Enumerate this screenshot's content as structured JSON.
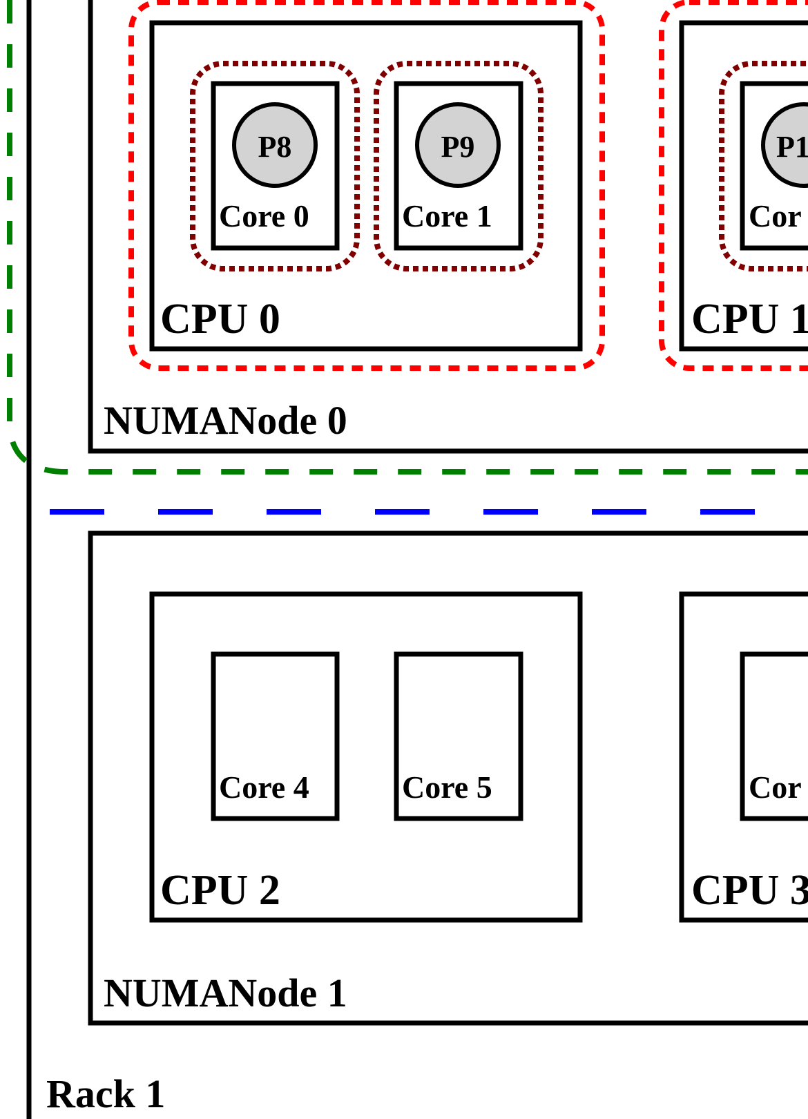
{
  "rack": {
    "label": "Rack 1"
  },
  "numa_nodes": [
    {
      "label": "NUMANode 0",
      "cpus": [
        {
          "label": "CPU 0",
          "cores": [
            {
              "label": "Core 0",
              "process": "P8"
            },
            {
              "label": "Core 1",
              "process": "P9"
            }
          ]
        },
        {
          "label": "CPU 1",
          "cores": [
            {
              "label": "Cor",
              "process": "P1"
            }
          ]
        }
      ]
    },
    {
      "label": "NUMANode 1",
      "cpus": [
        {
          "label": "CPU 2",
          "cores": [
            {
              "label": "Core 4"
            },
            {
              "label": "Core 5"
            }
          ]
        },
        {
          "label": "CPU 3",
          "cores": [
            {
              "label": "Cor"
            }
          ]
        }
      ]
    }
  ],
  "colors": {
    "outline": "#000000",
    "process_fill": "#d3d3d3",
    "core_group": "#800000",
    "cpu_group": "#ff0000",
    "numa_group": "#008000",
    "separator": "#0000ff"
  }
}
